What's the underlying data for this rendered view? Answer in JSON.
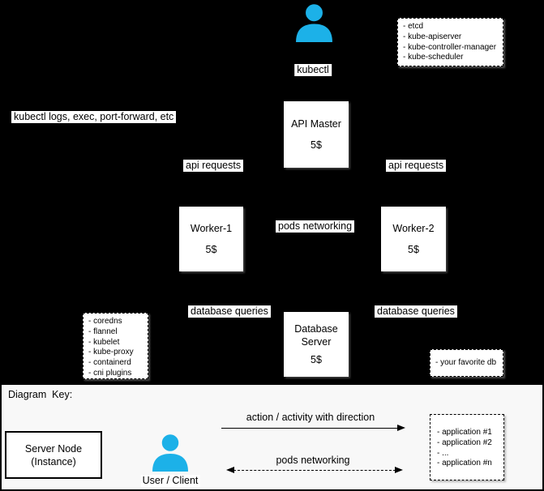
{
  "colors": {
    "background": "#000000",
    "accent": "#1cb1e8",
    "box_bg": "#ffffff",
    "key_bg": "#f8f8f8"
  },
  "main": {
    "kubectl_label": "kubectl",
    "control_plane_components": [
      "- etcd",
      "- kube-apiserver",
      "- kube-controller-manager",
      "- kube-scheduler"
    ],
    "kubectl_ops_label": "kubectl logs, exec, port-forward, etc",
    "api_master": {
      "title": "API Master",
      "price": "5$"
    },
    "api_requests_left": "api requests",
    "api_requests_right": "api requests",
    "worker_1": {
      "title": "Worker-1",
      "price": "5$"
    },
    "pods_networking_label": "pods networking",
    "worker_2": {
      "title": "Worker-2",
      "price": "5$"
    },
    "database_queries_left": "database queries",
    "database_queries_right": "database queries",
    "database_server": {
      "title_line_1": "Database",
      "title_line_2": "Server",
      "price": "5$"
    },
    "node_components": [
      "- coredns",
      "- flannel",
      "- kubelet",
      "- kube-proxy",
      "- containerd",
      "- cni plugins"
    ],
    "favorite_db_label": "- your favorite db"
  },
  "key": {
    "title": "Diagram  Key:",
    "server_node": {
      "line_1": "Server Node",
      "line_2": "(Instance)"
    },
    "user_client_label": "User / Client",
    "action_arrow_label": "action / activity with direction",
    "pods_arrow_label": "pods networking",
    "applications": [
      "- application #1",
      "- application #2",
      "- ...",
      "- application #n"
    ]
  }
}
